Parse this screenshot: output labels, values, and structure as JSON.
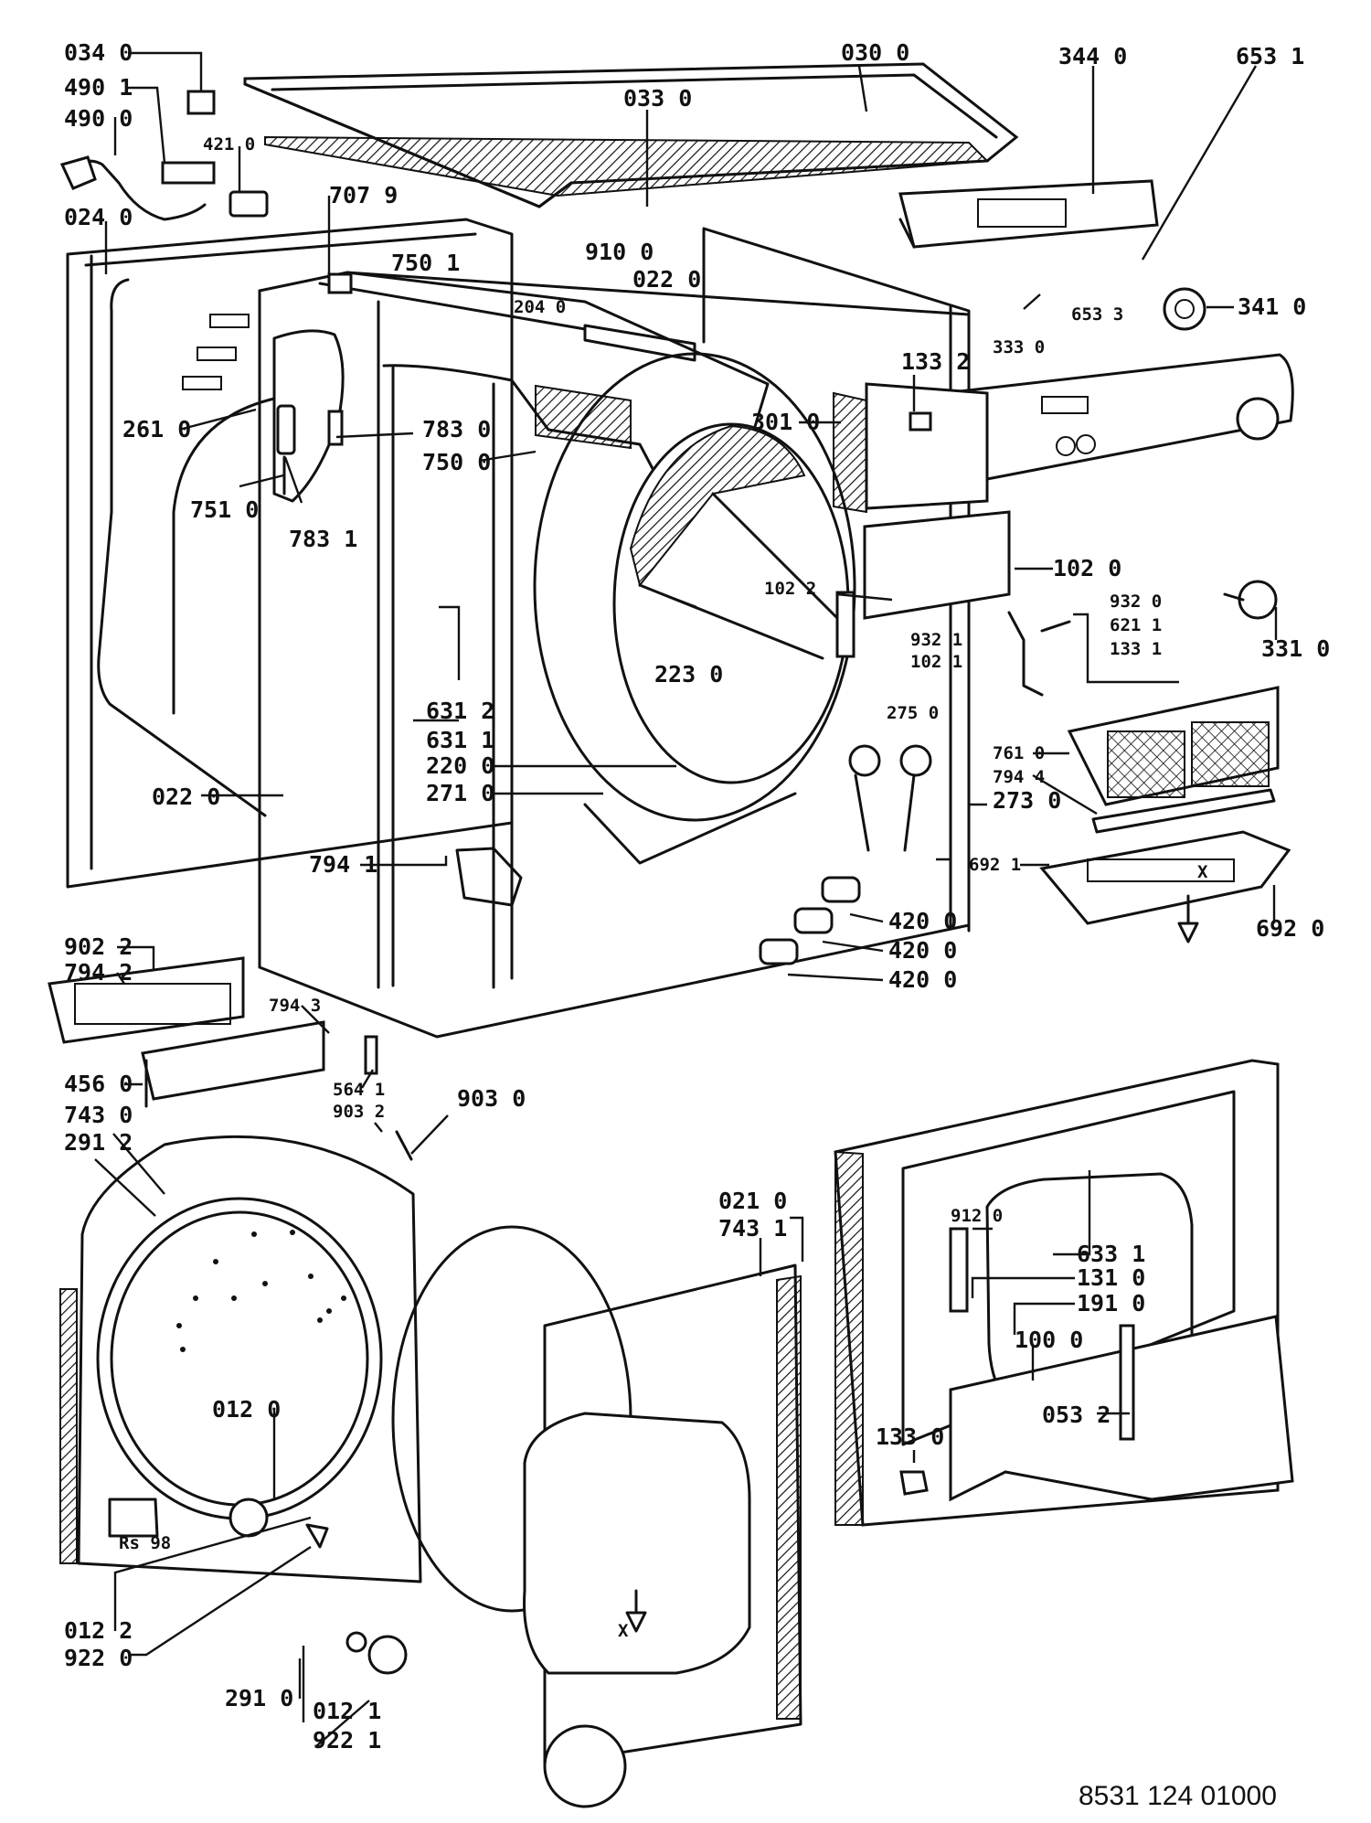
{
  "document_number": "8531 124 01000",
  "stamp_text": "Rs 98",
  "labels": {
    "l034_0": "034 0",
    "l490_1": "490 1",
    "l490_0": "490 0",
    "l421_0": "421 0",
    "l024_0": "024 0",
    "l707_9": "707 9",
    "l030_0": "030 0",
    "l033_0": "033 0",
    "l344_0": "344 0",
    "l653_1": "653 1",
    "l653_3": "653 3",
    "l910_0": "910 0",
    "l022_0a": "022 0",
    "l750_1": "750 1",
    "l204_0": "204 0",
    "l333_0": "333 0",
    "l341_0": "341 0",
    "l133_2": "133 2",
    "l301_0": "301 0",
    "l261_0": "261 0",
    "l783_0": "783 0",
    "l750_0": "750 0",
    "l751_0": "751 0",
    "l783_1": "783 1",
    "l102_0": "102 0",
    "l102_2": "102 2",
    "l932_1": "932 1",
    "l102_1": "102 1",
    "l932_0": "932 0",
    "l621_1": "621 1",
    "l133_1": "133 1",
    "l331_0": "331 0",
    "l223_0": "223 0",
    "l631_2": "631 2",
    "l631_1": "631 1",
    "l220_0": "220 0",
    "l271_0": "271 0",
    "l022_0b": "022 0",
    "l275_0": "275 0",
    "l273_0": "273 0",
    "l761_0": "761 0",
    "l794_4": "794 4",
    "l692_1": "692 1",
    "l692_0": "692 0",
    "l794_1": "794 1",
    "l420_0a": "420 0",
    "l420_0b": "420 0",
    "l420_0c": "420 0",
    "l902_2": "902 2",
    "l794_2": "794 2",
    "l794_3": "794 3",
    "l456_0": "456 0",
    "l564_1": "564 1",
    "l903_2": "903 2",
    "l903_0": "903 0",
    "l743_0": "743 0",
    "l291_2": "291 2",
    "l021_0": "021 0",
    "l743_1": "743 1",
    "l912_0": "912 0",
    "l633_1": "633 1",
    "l131_0": "131 0",
    "l191_0": "191 0",
    "l100_0": "100 0",
    "l012_0": "012 0",
    "l133_0": "133 0",
    "l053_2": "053 2",
    "l012_2": "012 2",
    "l922_0": "922 0",
    "l291_0": "291 0",
    "l012_1": "012 1",
    "l922_1": "922 1",
    "x_a": "X",
    "x_b": "X"
  }
}
